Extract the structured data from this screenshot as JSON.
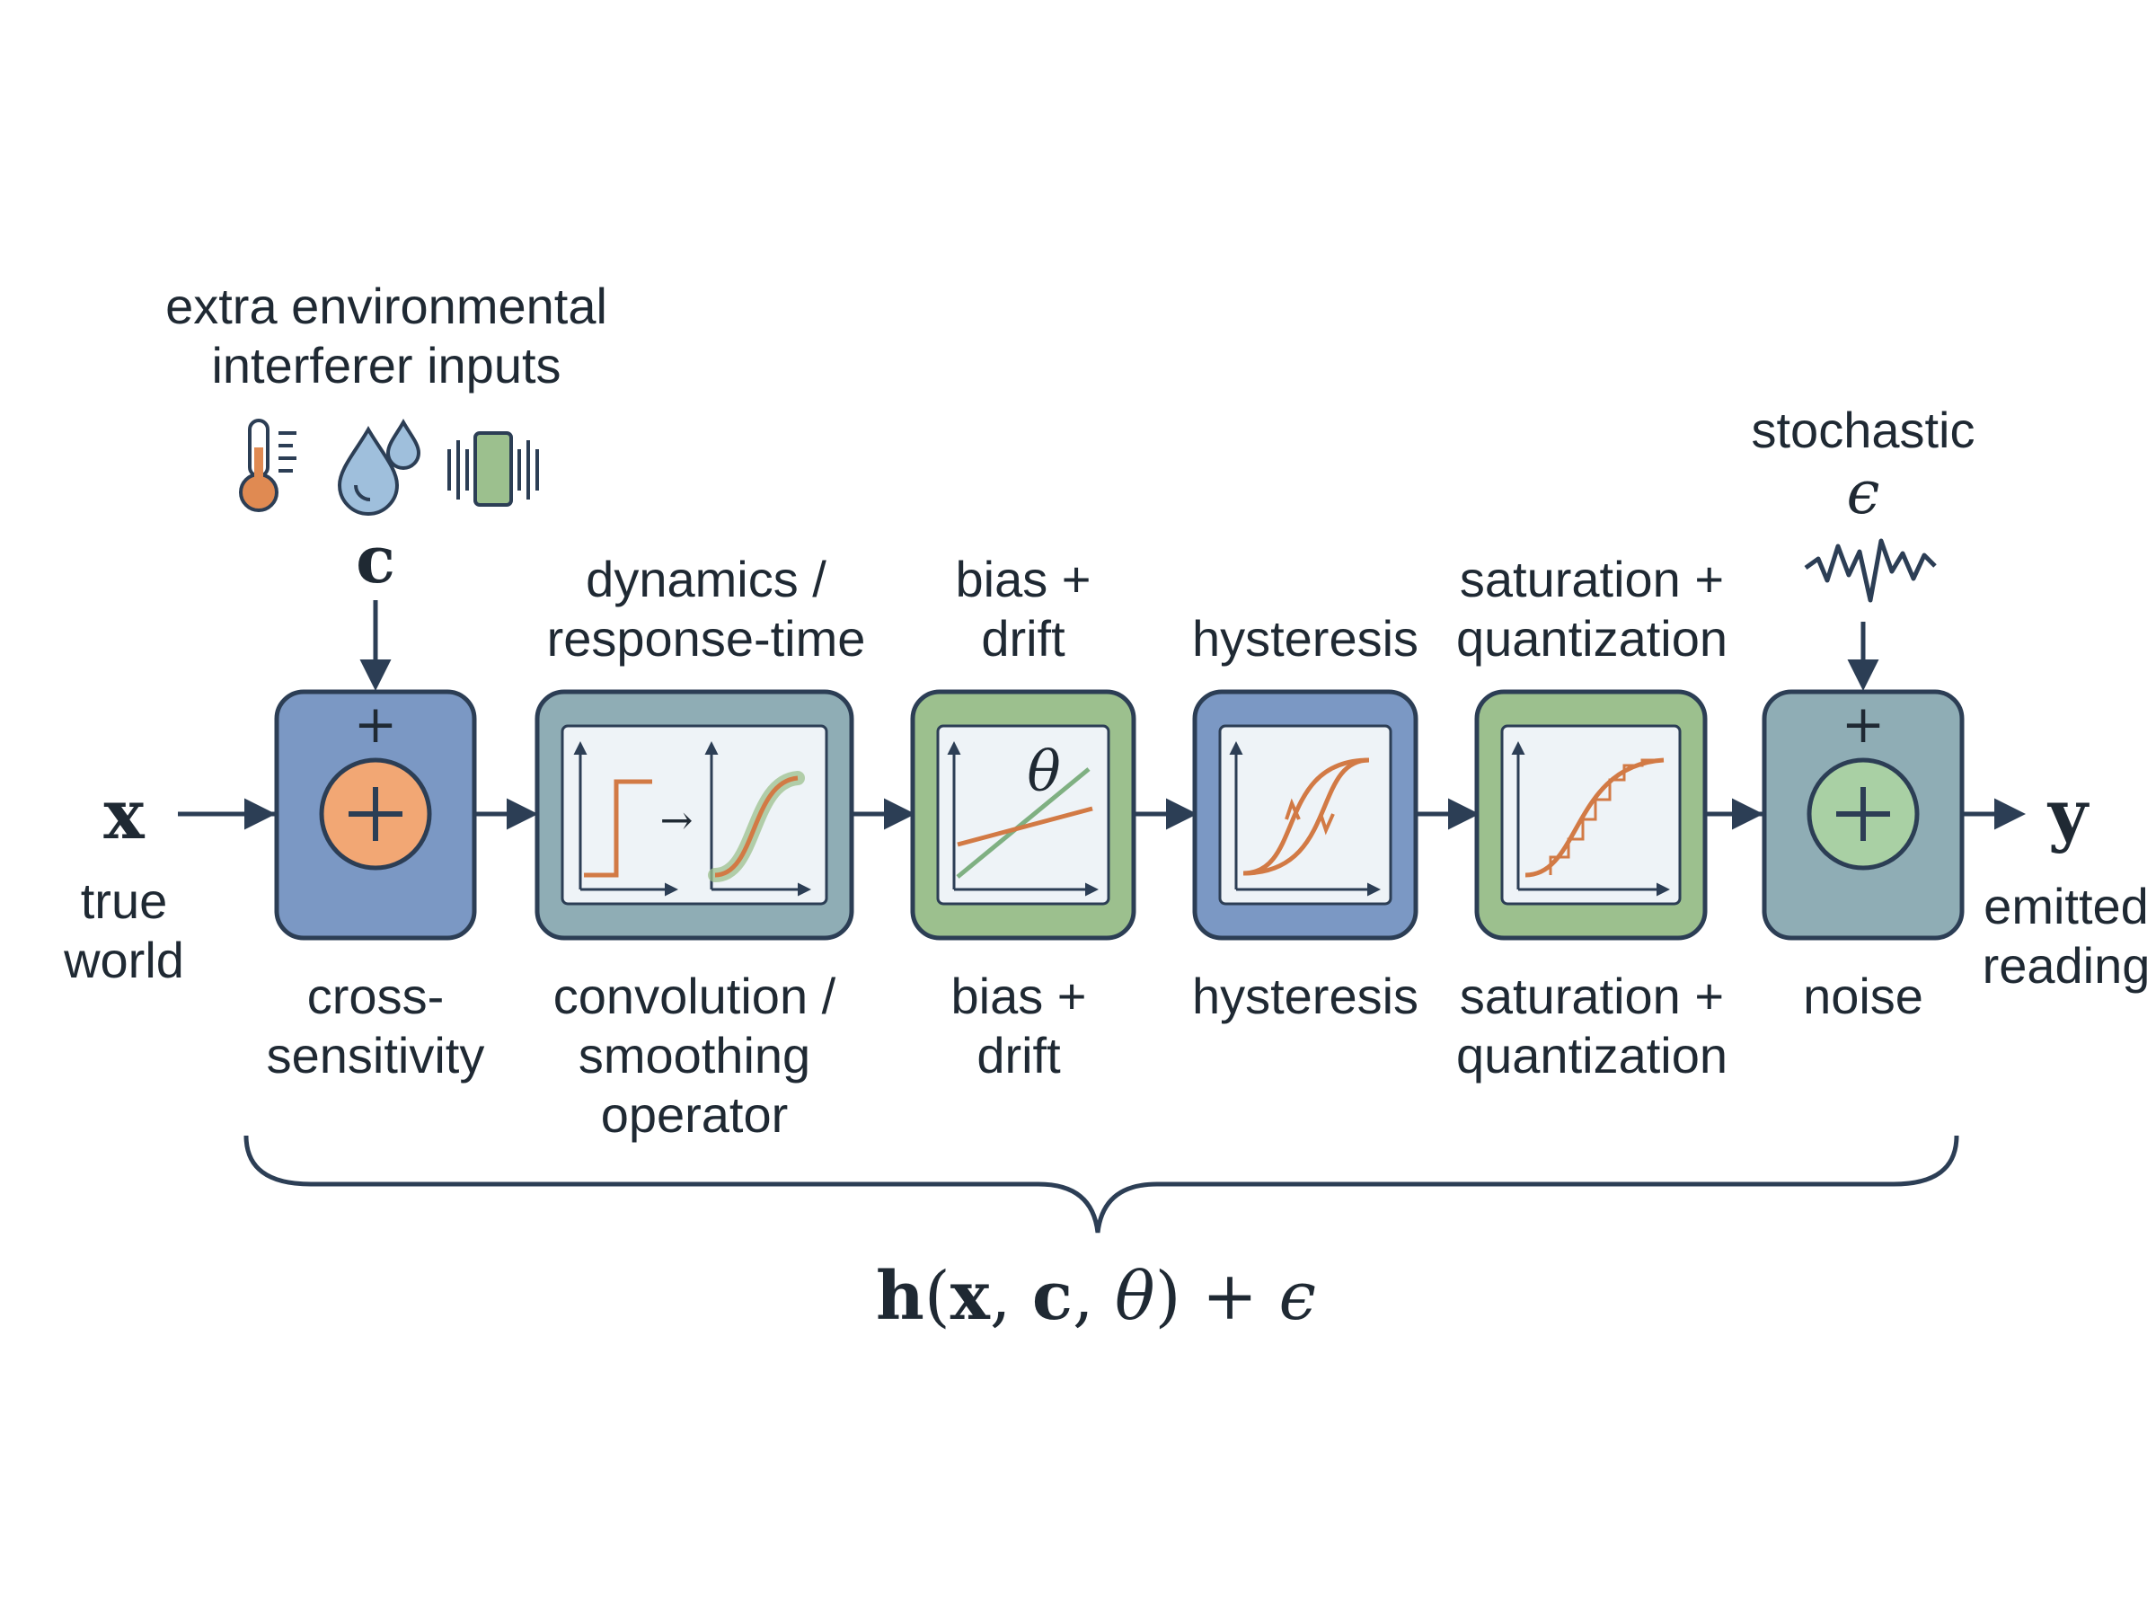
{
  "diagram": {
    "input": {
      "symbol": "x",
      "label": "true\nworld"
    },
    "output": {
      "symbol": "y",
      "label": "emitted\nreading"
    },
    "interferer": {
      "label": "extra environmental\ninterferer inputs",
      "symbol": "c"
    },
    "noise_source": {
      "label": "stochastic",
      "symbol": "ϵ"
    },
    "blocks": [
      {
        "top_label": "",
        "bottom_label": "cross-\nsensitivity",
        "sign": "+"
      },
      {
        "top_label": "dynamics /\nresponse-time",
        "bottom_label": "convolution /\nsmoothing\noperator",
        "arrow_glyph": "→"
      },
      {
        "top_label": "bias +\ndrift",
        "bottom_label": "bias +\ndrift",
        "param_symbol": "θ"
      },
      {
        "top_label": "hysteresis",
        "bottom_label": "hysteresis"
      },
      {
        "top_label": "saturation +\nquantization",
        "bottom_label": "saturation +\nquantization"
      },
      {
        "top_label": "",
        "bottom_label": "noise",
        "sign": "+"
      }
    ],
    "formula": {
      "h": "h",
      "open": "(",
      "x": "x",
      "comma1": ", ",
      "c": "c",
      "comma2": ", ",
      "theta": "θ",
      "close": ")",
      "plus": " + ",
      "eps": "ϵ"
    },
    "colors": {
      "blue": "#7b98c4",
      "steel": "#8fadb5",
      "green": "#9cc08e",
      "orange": "#e08a52",
      "stroke": "#2c3e55"
    },
    "icons": [
      "thermometer-icon",
      "water-drops-icon",
      "vibration-icon",
      "noise-waveform-icon"
    ]
  }
}
